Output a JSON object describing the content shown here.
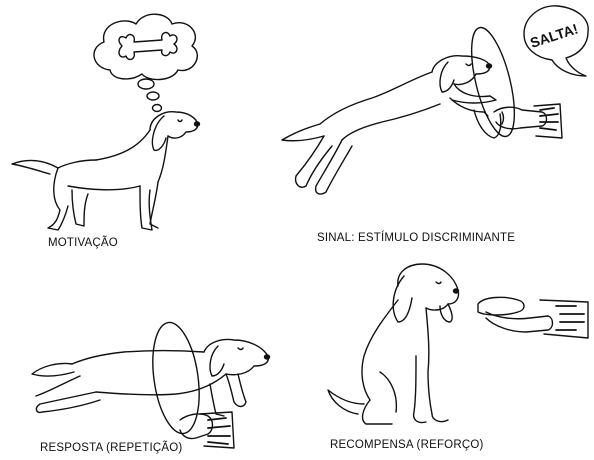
{
  "captions": {
    "motivation": "MOTIVAÇÃO",
    "signal": "SINAL: ESTÍMULO DISCRIMINANTE",
    "response": "RESPOSTA (REPETIÇÃO)",
    "reward": "RECOMPENSA (REFORÇO)"
  },
  "speech_bubble": {
    "text": "SALTA!"
  },
  "colors": {
    "ink": "#111111",
    "paper": "#ffffff"
  }
}
